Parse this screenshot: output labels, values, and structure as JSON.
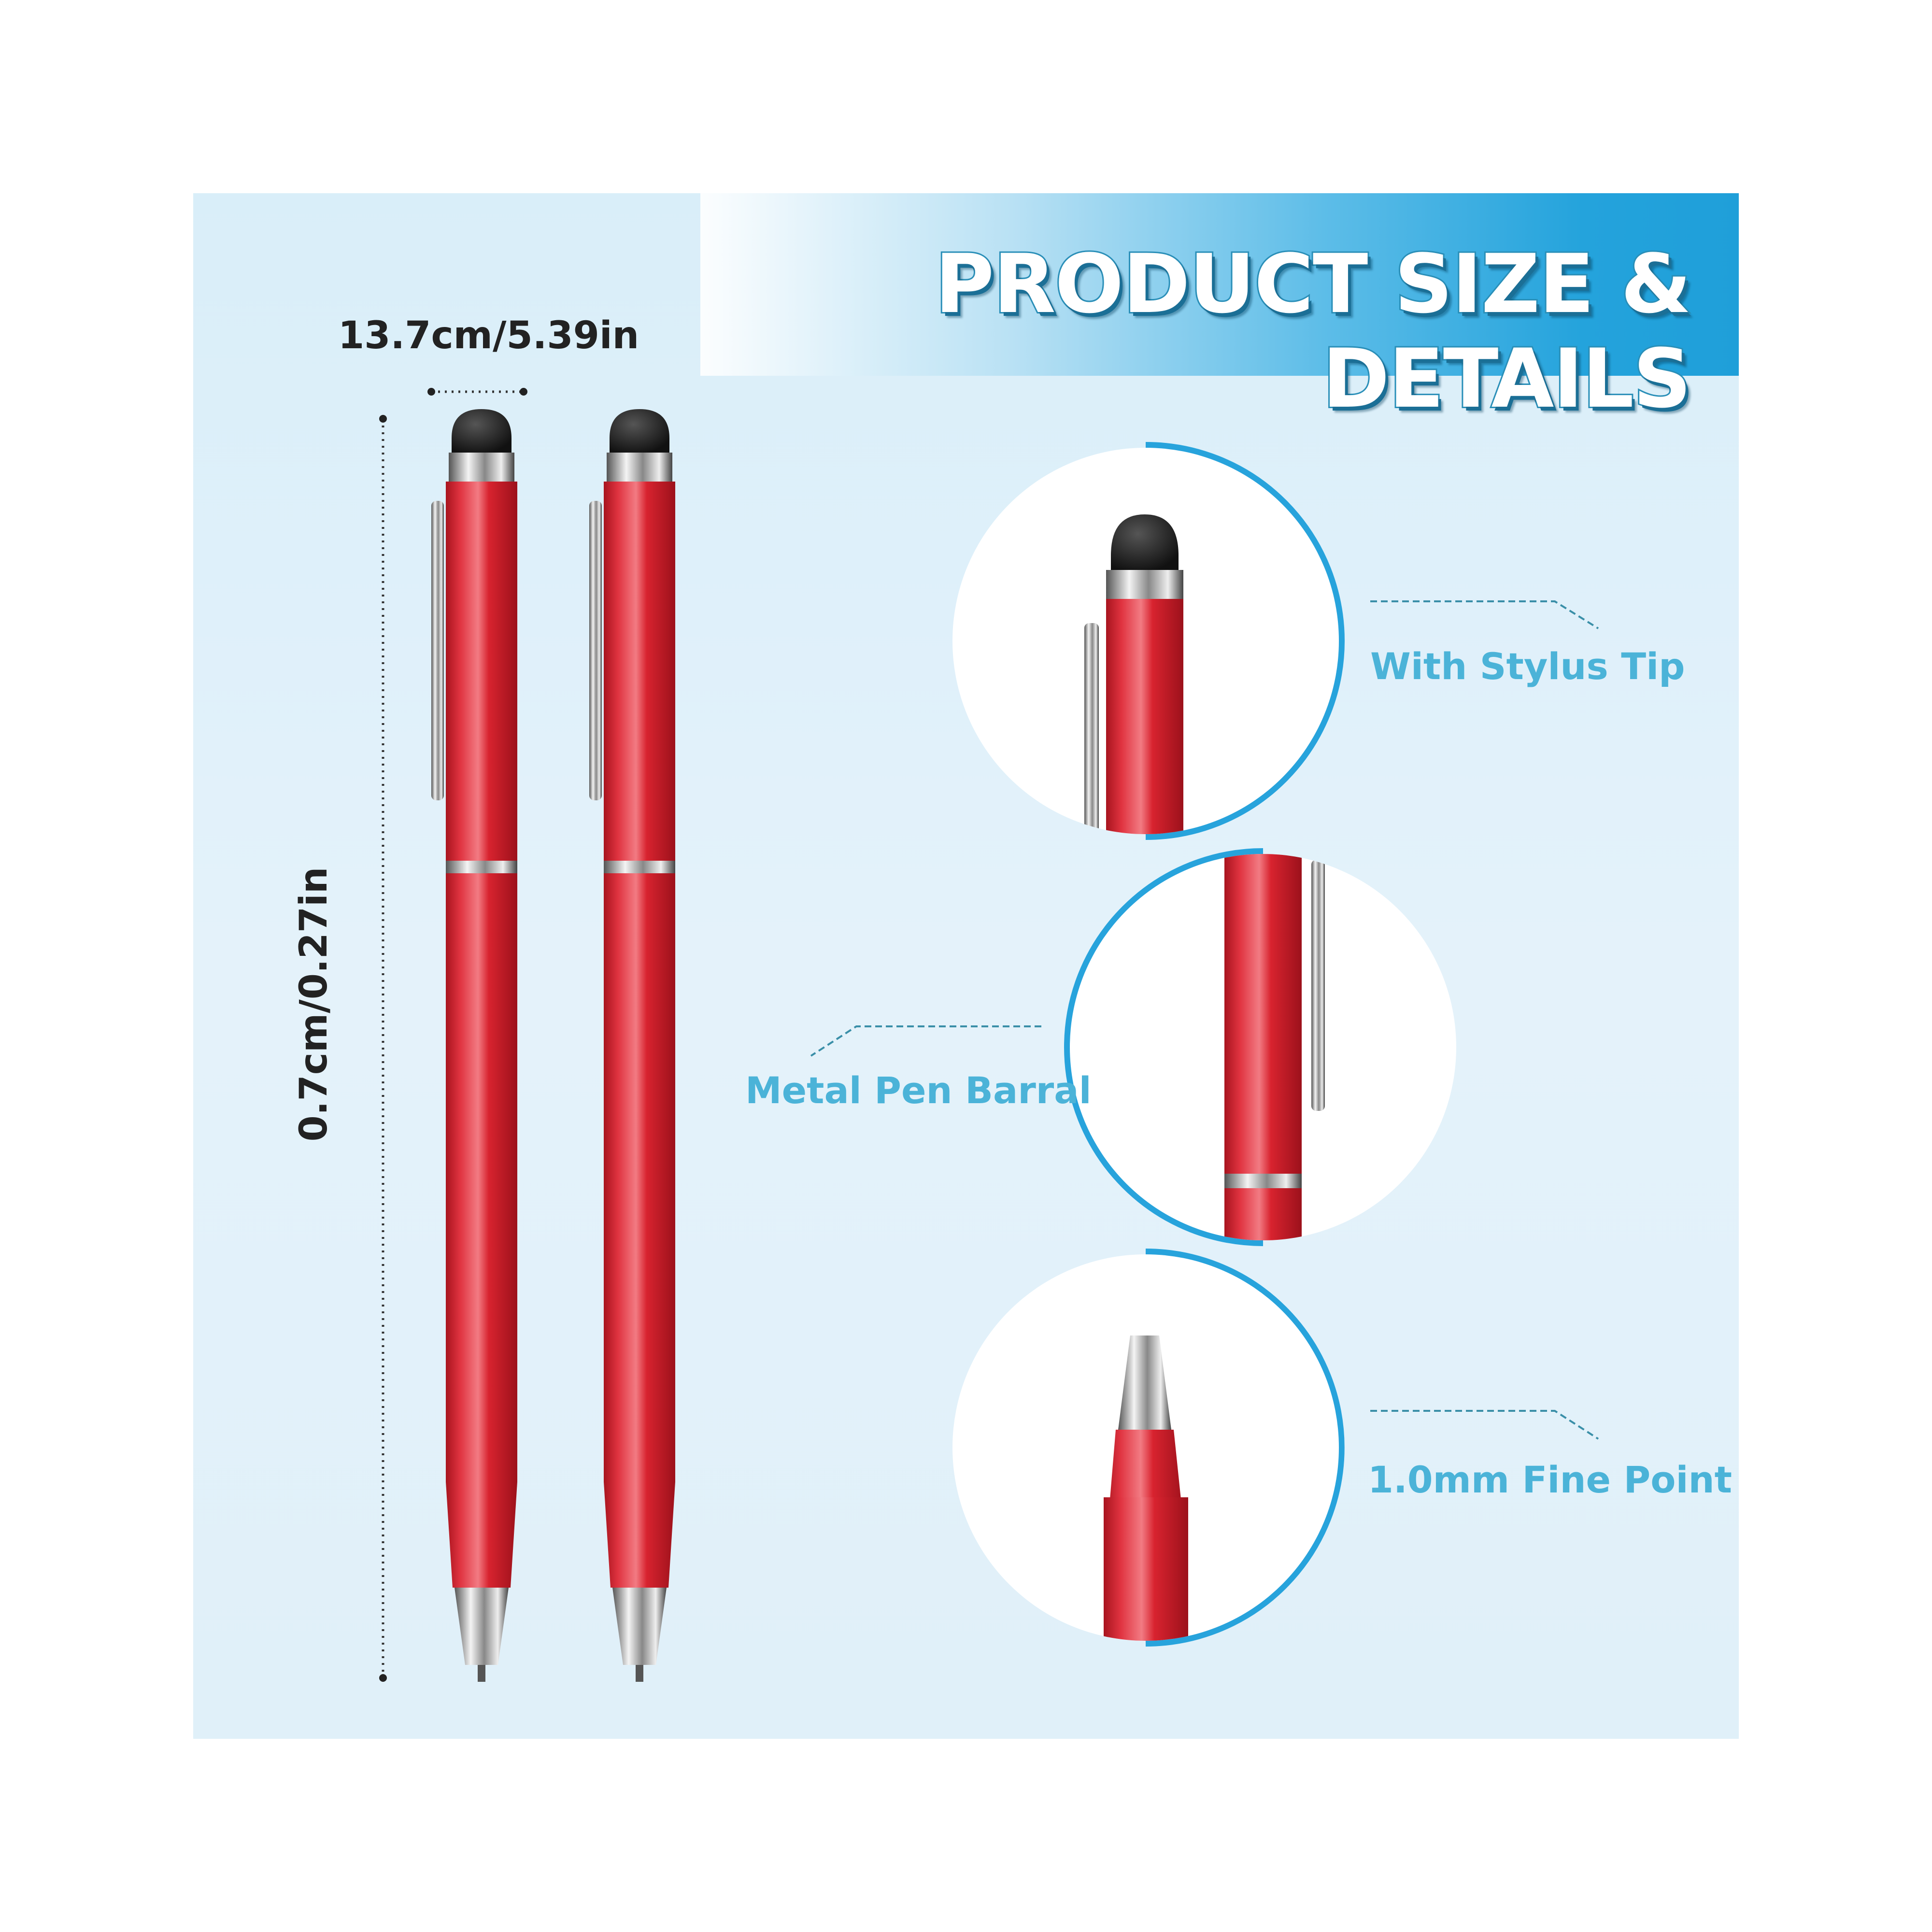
{
  "header": {
    "title": "PRODUCT SIZE & DETAILS"
  },
  "dimensions": {
    "width_label": "13.7cm/5.39in",
    "height_label": "0.7cm/0.27in"
  },
  "features": [
    {
      "label": "With Stylus Tip"
    },
    {
      "label": "Metal Pen Barral"
    },
    {
      "label": "1.0mm Fine Point"
    }
  ],
  "colors": {
    "accent": "#27a3dc",
    "pen_body": "#d8232f",
    "label": "#4bb3d8",
    "background": "#dfeff9"
  }
}
